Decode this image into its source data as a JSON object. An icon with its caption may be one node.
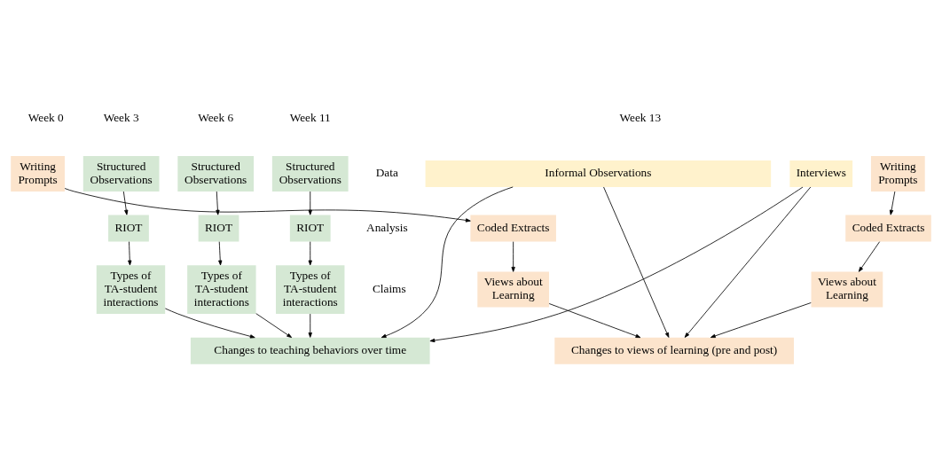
{
  "diagram": {
    "nodes": [
      {
        "text": [
          "Informal Observations"
        ]
      },
      {
        "text": [
          "Interviews"
        ]
      },
      {
        "text": [
          "Writing Prompts"
        ]
      },
      {
        "text": [
          "Structured Observations"
        ]
      },
      {
        "text": [
          "Structured Observations"
        ]
      },
      {
        "text": [
          "Structured Observations"
        ]
      },
      {
        "text": [
          "Writing Prompts"
        ]
      },
      {
        "text": [
          "Coded Extracts"
        ]
      },
      {
        "text": [
          "RIOT"
        ]
      },
      {
        "text": [
          "RIOT"
        ]
      },
      {
        "text": [
          "RIOT"
        ]
      },
      {
        "text": [
          "Coded Extracts"
        ]
      },
      {
        "text": [
          "Views about Learning"
        ]
      },
      {
        "text": [
          "Types of TA-student interactions"
        ]
      },
      {
        "text": [
          "Types of TA-student interactions"
        ]
      },
      {
        "text": [
          "Types of TA-student interactions"
        ]
      },
      {
        "text": [
          "Views about Learning"
        ]
      },
      {
        "text": [
          "Changes to teaching behaviors over time"
        ]
      },
      {
        "text": [
          "Changes to views of learning (pre and post)"
        ]
      }
    ],
    "edges": [
      {
        "from": 2,
        "to": 7,
        "arrow": "to"
      },
      {
        "from": 7,
        "to": 12,
        "arrow": "to"
      },
      {
        "from": 3,
        "to": 8,
        "arrow": "to"
      },
      {
        "from": 8,
        "to": 13,
        "arrow": "to"
      },
      {
        "from": 4,
        "to": 9,
        "arrow": "to"
      },
      {
        "from": 9,
        "to": 14,
        "arrow": "to"
      },
      {
        "from": 5,
        "to": 10,
        "arrow": "to"
      },
      {
        "from": 10,
        "to": 15,
        "arrow": "to"
      },
      {
        "from": 6,
        "to": 11,
        "arrow": "to"
      },
      {
        "from": 11,
        "to": 16,
        "arrow": "to"
      },
      {
        "from": 13,
        "to": 17,
        "arrow": "to"
      },
      {
        "from": 14,
        "to": 17,
        "arrow": "to"
      },
      {
        "from": 15,
        "to": 17,
        "arrow": "to"
      },
      {
        "from": 0,
        "to": 17,
        "arrow": "to"
      },
      {
        "from": 0,
        "to": 18,
        "arrow": "to"
      },
      {
        "from": 1,
        "to": 17,
        "arrow": "to"
      },
      {
        "from": 1,
        "to": 18,
        "arrow": "to"
      },
      {
        "from": 12,
        "to": 18,
        "arrow": "to"
      },
      {
        "from": 16,
        "to": 18,
        "arrow": "to"
      }
    ],
    "labels": [
      "Week 0",
      "Week 3",
      "Week 6",
      "Week 11",
      "Week 13",
      "Data",
      "Analysis",
      "Claims"
    ]
  }
}
